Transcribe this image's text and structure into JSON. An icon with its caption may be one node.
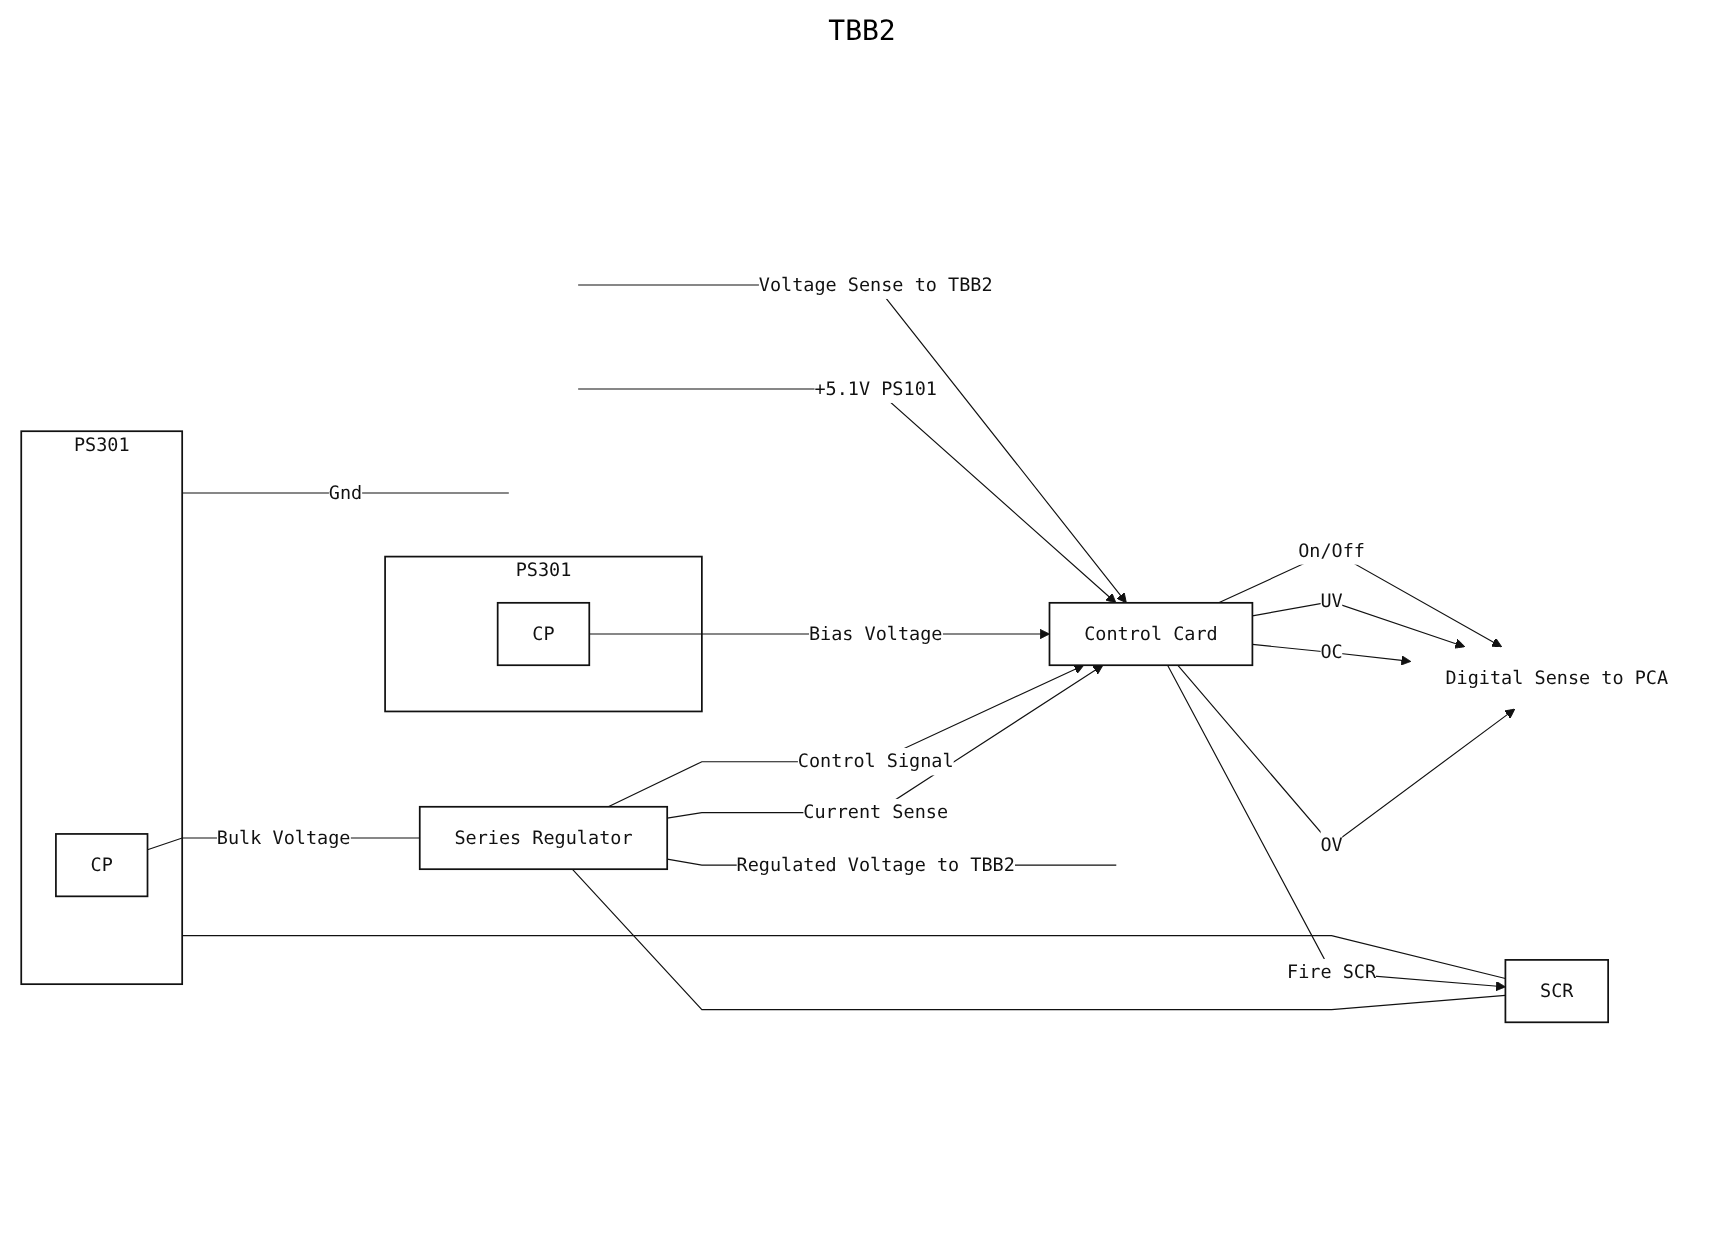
{
  "diagram": {
    "nodes": [
      {
        "text": [
          "PS301"
        ]
      },
      {
        "text": [
          "CP"
        ],
        "in": 0
      },
      {
        "text": [
          "Series Regulator"
        ]
      },
      {
        "text": [
          "SCR"
        ]
      },
      {
        "text": [
          "PS301"
        ]
      },
      {
        "text": [
          "CP"
        ],
        "in": 4
      },
      {
        "text": [
          "Control Card"
        ]
      },
      {
        "text": [
          "Digital Sense to PCA"
        ]
      }
    ],
    "edges": [
      {
        "from": 1,
        "to": 2,
        "arrow": "none",
        "label": "Bulk Voltage"
      },
      {
        "from": 2,
        "to": null,
        "arrow": "none",
        "label": "Regulated Voltage to TBB2"
      },
      {
        "from": 2,
        "to": 3,
        "arrow": "none"
      },
      {
        "from": 0,
        "to": null,
        "arrow": "none",
        "label": "Gnd"
      },
      {
        "from": 3,
        "to": 0,
        "arrow": "none"
      },
      {
        "from": 2,
        "to": 6,
        "arrow": "to",
        "label": "Current Sense"
      },
      {
        "from": 2,
        "to": 6,
        "arrow": "to",
        "label": "Control Signal"
      },
      {
        "from": 6,
        "to": 3,
        "arrow": "to",
        "label": "Fire SCR"
      },
      {
        "from": 5,
        "to": 6,
        "arrow": "to",
        "label": "Bias Voltage"
      },
      {
        "from": null,
        "to": 6,
        "arrow": "to",
        "label": "+5.1V PS101"
      },
      {
        "from": null,
        "to": 6,
        "arrow": "to",
        "label": "Voltage Sense to TBB2"
      },
      {
        "from": 6,
        "to": 7,
        "arrow": "to",
        "label": "OV"
      },
      {
        "from": 6,
        "to": 7,
        "arrow": "to",
        "label": "OC"
      },
      {
        "from": 6,
        "to": 7,
        "arrow": "to",
        "label": "UV"
      },
      {
        "from": 6,
        "to": 7,
        "arrow": "to",
        "label": "On/Off"
      }
    ],
    "labels": [
      "TBB2"
    ]
  }
}
